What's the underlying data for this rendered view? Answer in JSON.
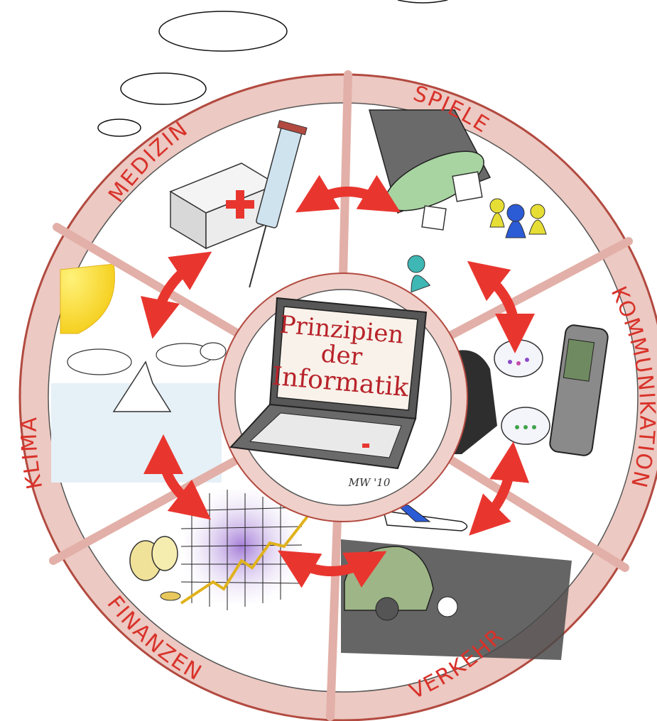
{
  "segments": [
    {
      "label": "SPIELE"
    },
    {
      "label": "KOMMUNIKATION"
    },
    {
      "label": "VERKEHR"
    },
    {
      "label": "FINANZEN"
    },
    {
      "label": "KLIMA"
    },
    {
      "label": "MEDIZIN"
    }
  ],
  "center": {
    "line1": "Prinzipien",
    "line2": "der",
    "line3": "Informatik",
    "signature": "MW '10"
  },
  "colors": {
    "ring": "#e9c3bd",
    "arrow": "#e8362f",
    "label": "#d8322a",
    "outline": "#3a3a3a"
  }
}
